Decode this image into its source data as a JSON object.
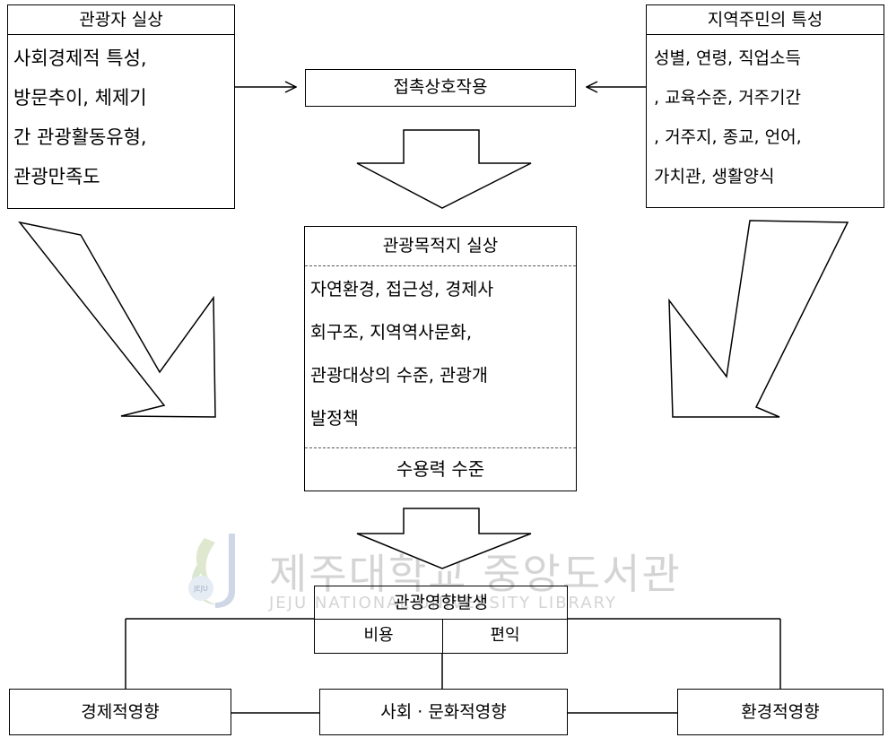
{
  "tourist_box": {
    "title": "관광자 실상",
    "lines": [
      "사회경제적 특성,",
      "방문추이, 체제기",
      "간 관광활동유형,",
      "관광만족도"
    ]
  },
  "resident_box": {
    "title": "지역주민의 특성",
    "lines": [
      "성별, 연령, 직업소득",
      ", 교육수준, 거주기간",
      ", 거주지, 종교, 언어,",
      "가치관, 생활양식"
    ]
  },
  "interaction_box": {
    "label": "접촉상호작용"
  },
  "destination_box": {
    "title": "관광목적지 실상",
    "lines": [
      "자연환경, 접근성, 경제사",
      "회구조, 지역역사문화,",
      "관광대상의 수준, 관광개",
      "발정책"
    ],
    "footer": "수용력 수준"
  },
  "impact_box": {
    "title": "관광영향발생",
    "cost": "비용",
    "benefit": "편익"
  },
  "outcomes": {
    "economic": "경제적영향",
    "social": "사회 · 문화적영향",
    "environmental": "환경적영향"
  },
  "watermark": {
    "title": "제주대학교 중앙도서관",
    "subtitle": "JEJU NATIONAL UNIVERSITY LIBRARY",
    "logo_text": "JEJU"
  }
}
